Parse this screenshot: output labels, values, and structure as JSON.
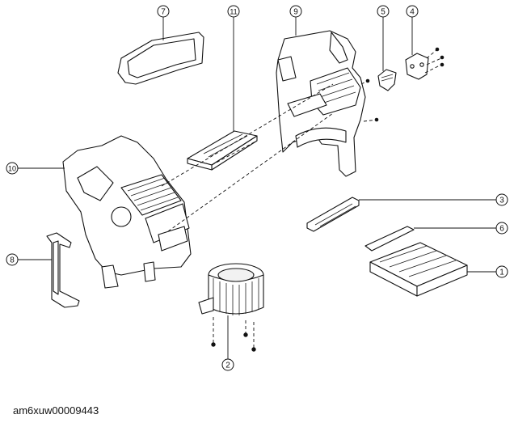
{
  "figure_id": "am6xuw00009443",
  "callouts": [
    "1",
    "2",
    "3",
    "4",
    "5",
    "6",
    "7",
    "8",
    "9",
    "10",
    "11"
  ]
}
